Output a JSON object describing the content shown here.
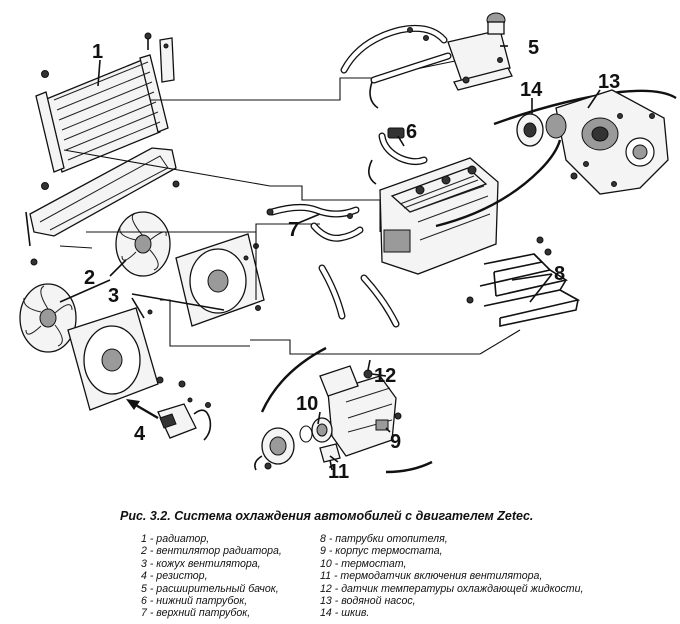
{
  "callouts": [
    {
      "id": "1",
      "text": "1"
    },
    {
      "id": "2",
      "text": "2"
    },
    {
      "id": "3",
      "text": "3"
    },
    {
      "id": "4",
      "text": "4"
    },
    {
      "id": "5",
      "text": "5"
    },
    {
      "id": "6",
      "text": "6"
    },
    {
      "id": "7",
      "text": "7"
    },
    {
      "id": "8",
      "text": "8"
    },
    {
      "id": "9",
      "text": "9"
    },
    {
      "id": "10",
      "text": "10"
    },
    {
      "id": "11",
      "text": "11"
    },
    {
      "id": "12",
      "text": "12"
    },
    {
      "id": "13",
      "text": "13"
    },
    {
      "id": "14",
      "text": "14"
    }
  ],
  "caption": "Рис. 3.2. Система охлаждения автомобилей с двигателем Zetec.",
  "legend": {
    "col1": [
      "1 - радиатор,",
      "2 - вентилятор радиатора,",
      "3 - кожух вентилятора,",
      "4 - резистор,",
      "5 - расширительный бачок,",
      "6 - нижний патрубок,",
      "7 - верхний патрубок,"
    ],
    "col2": [
      "8 - патрубки отопителя,",
      "9 - корпус термостата,",
      "10 - термостат,",
      "11 - термодатчик включения вентилятора,",
      "12 - датчик температуры охлаждающей жидкости,",
      "13 - водяной насос,",
      "14 - шкив."
    ]
  }
}
